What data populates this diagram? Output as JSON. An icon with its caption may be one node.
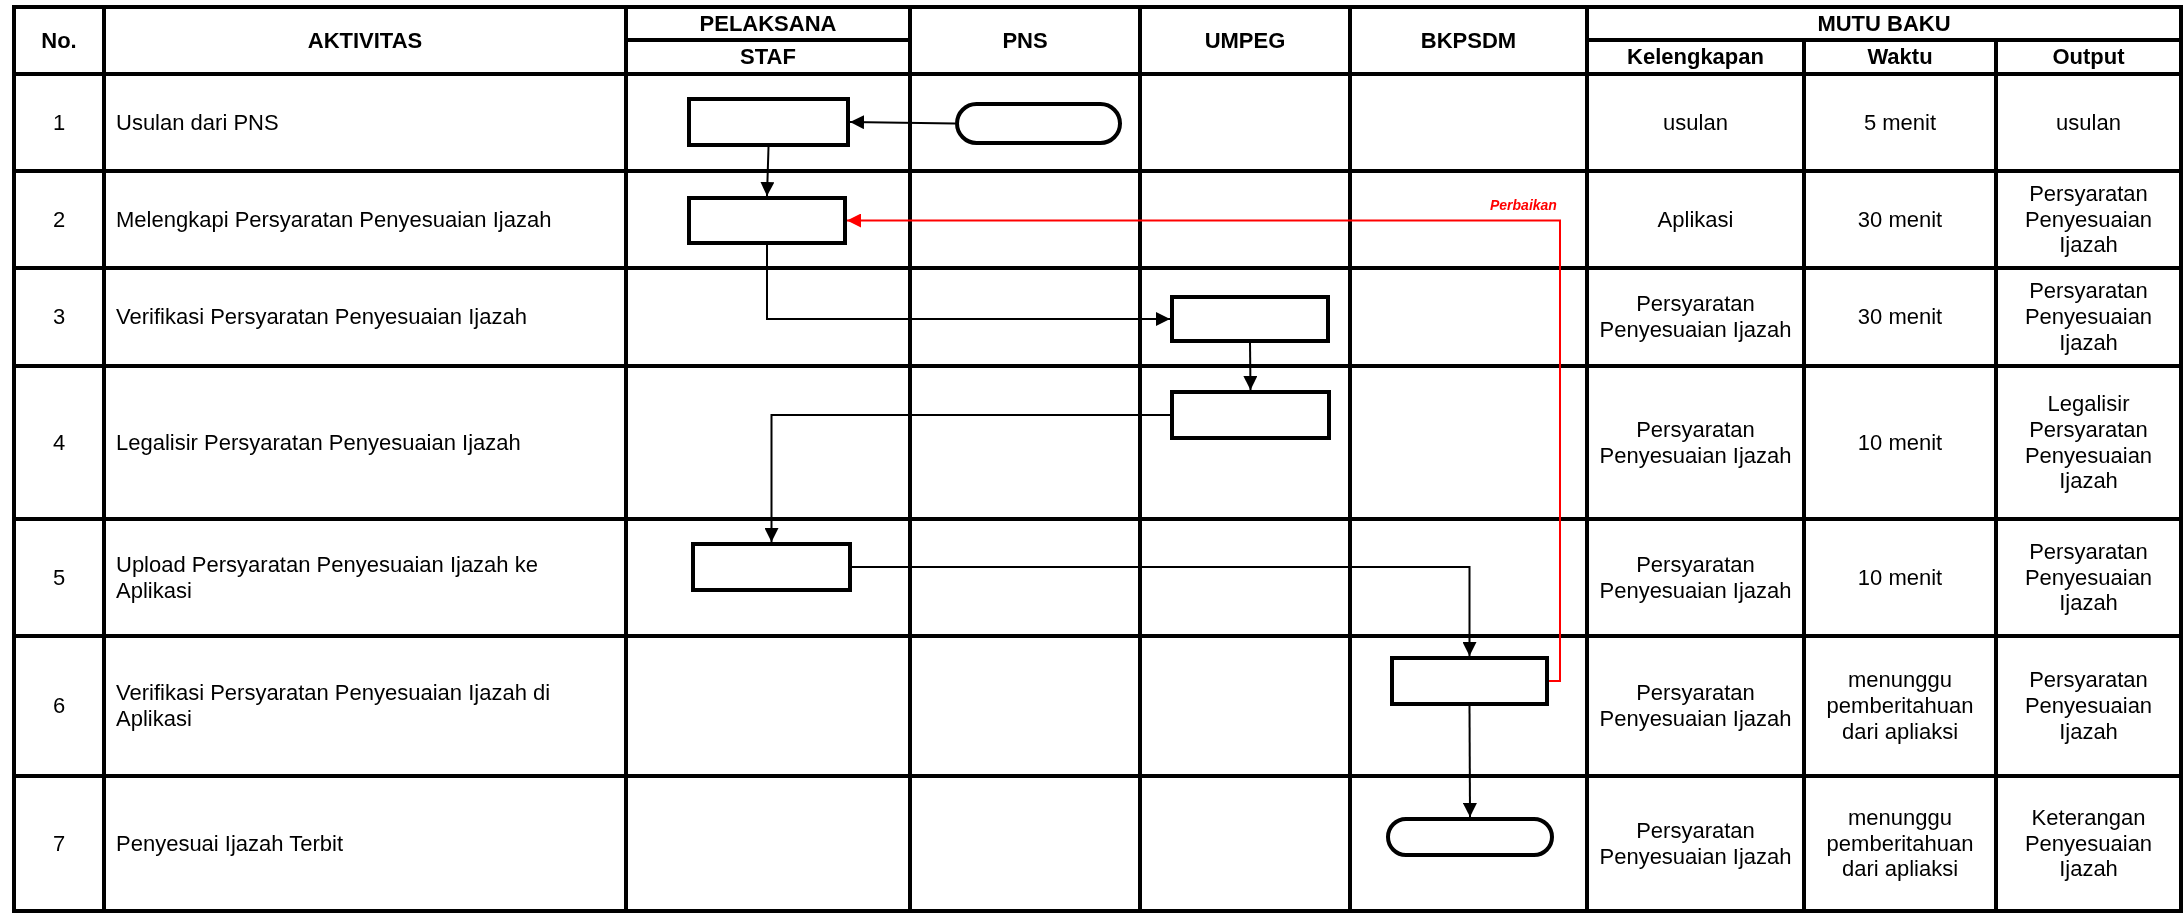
{
  "diagram": {
    "nodes": [
      {
        "text": [],
        "shape": "box"
      },
      {
        "text": [],
        "shape": "terminator"
      },
      {
        "text": [],
        "shape": "box"
      },
      {
        "text": [],
        "shape": "box"
      },
      {
        "text": [],
        "shape": "box"
      },
      {
        "text": [],
        "shape": "box"
      },
      {
        "text": [],
        "shape": "box"
      },
      {
        "text": [],
        "shape": "terminator"
      }
    ],
    "edges": [
      {
        "from": 1,
        "to": 0,
        "arrow": "to"
      },
      {
        "from": 0,
        "to": 2,
        "arrow": "to"
      },
      {
        "from": 2,
        "to": 3,
        "arrow": "to"
      },
      {
        "from": 3,
        "to": 4,
        "arrow": "to"
      },
      {
        "from": 4,
        "to": 5,
        "arrow": "to"
      },
      {
        "from": 5,
        "to": 6,
        "arrow": "to"
      },
      {
        "from": 6,
        "to": 7,
        "arrow": "to"
      },
      {
        "from": 6,
        "to": 2,
        "arrow": "to",
        "label": "Perbaikan",
        "color": "#ff0000"
      }
    ],
    "labels": [
      "No.",
      "AKTIVITAS",
      "PELAKSANA",
      "PNS",
      "UMPEG",
      "BKPSDM",
      "MUTU BAKU",
      "STAF",
      "Kelengkapan",
      "Waktu",
      "Output",
      "1",
      "Usulan dari PNS",
      "usulan",
      "5 menit",
      "usulan",
      "2",
      "Melengkapi Persyaratan Penyesuaian Ijazah",
      "Aplikasi",
      "30 menit",
      "Persyaratan Penyesuaian Ijazah",
      "3",
      "Verifikasi Persyaratan Penyesuaian Ijazah",
      "Persyaratan Penyesuaian Ijazah",
      "30 menit",
      "Persyaratan Penyesuaian Ijazah",
      "4",
      "Legalisir Persyaratan Penyesuaian Ijazah",
      "Persyaratan Penyesuaian Ijazah",
      "10 menit",
      "Legalisir Persyaratan Penyesuaian Ijazah",
      "5",
      "Upload Persyaratan Penyesuaian Ijazah ke Aplikasi",
      "Persyaratan Penyesuaian Ijazah",
      "10 menit",
      "Persyaratan Penyesuaian Ijazah",
      "6",
      "Verifikasi Persyaratan Penyesuaian Ijazah di Aplikasi",
      "Persyaratan Penyesuaian Ijazah",
      "menunggu pemberitahuan dari apliaksi",
      "Persyaratan Penyesuaian Ijazah",
      "7",
      "Penyesuai Ijazah Terbit",
      "Persyaratan Penyesuaian Ijazah",
      "menunggu pemberitahuan dari apliaksi",
      "Keterangan Penyesuaian Ijazah"
    ]
  }
}
